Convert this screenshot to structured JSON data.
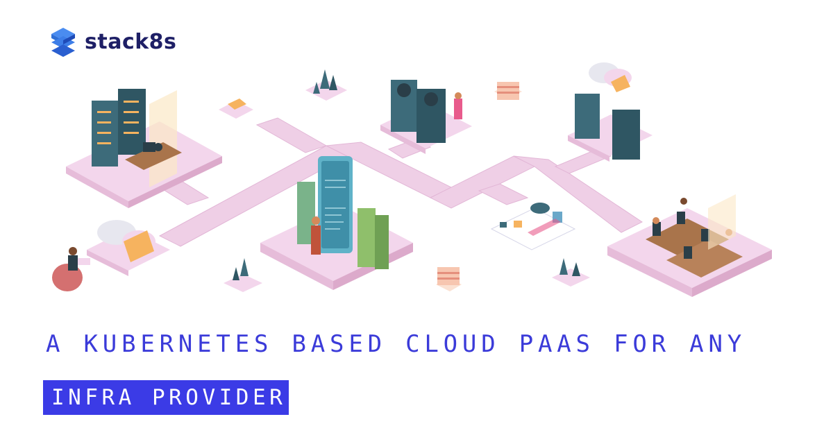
{
  "brand": {
    "name": "stack8s",
    "logo_icon": "stacked-layers-icon",
    "color": "#1e1f66"
  },
  "headline": {
    "line1": "A KUBERNETES BASED CLOUD PAAS FOR ANY",
    "line2": "INFRA PROVIDER",
    "line1_color": "#3b3bd9",
    "badge_color": "#3b3be6"
  },
  "illustration": {
    "palette": {
      "platform": "#f3d6ec",
      "platform_side": "#e6bcd9",
      "road": "#efcfe6",
      "server": "#3d6b7a",
      "server_dark": "#2a3e48",
      "accent": "#f6b35f"
    }
  }
}
